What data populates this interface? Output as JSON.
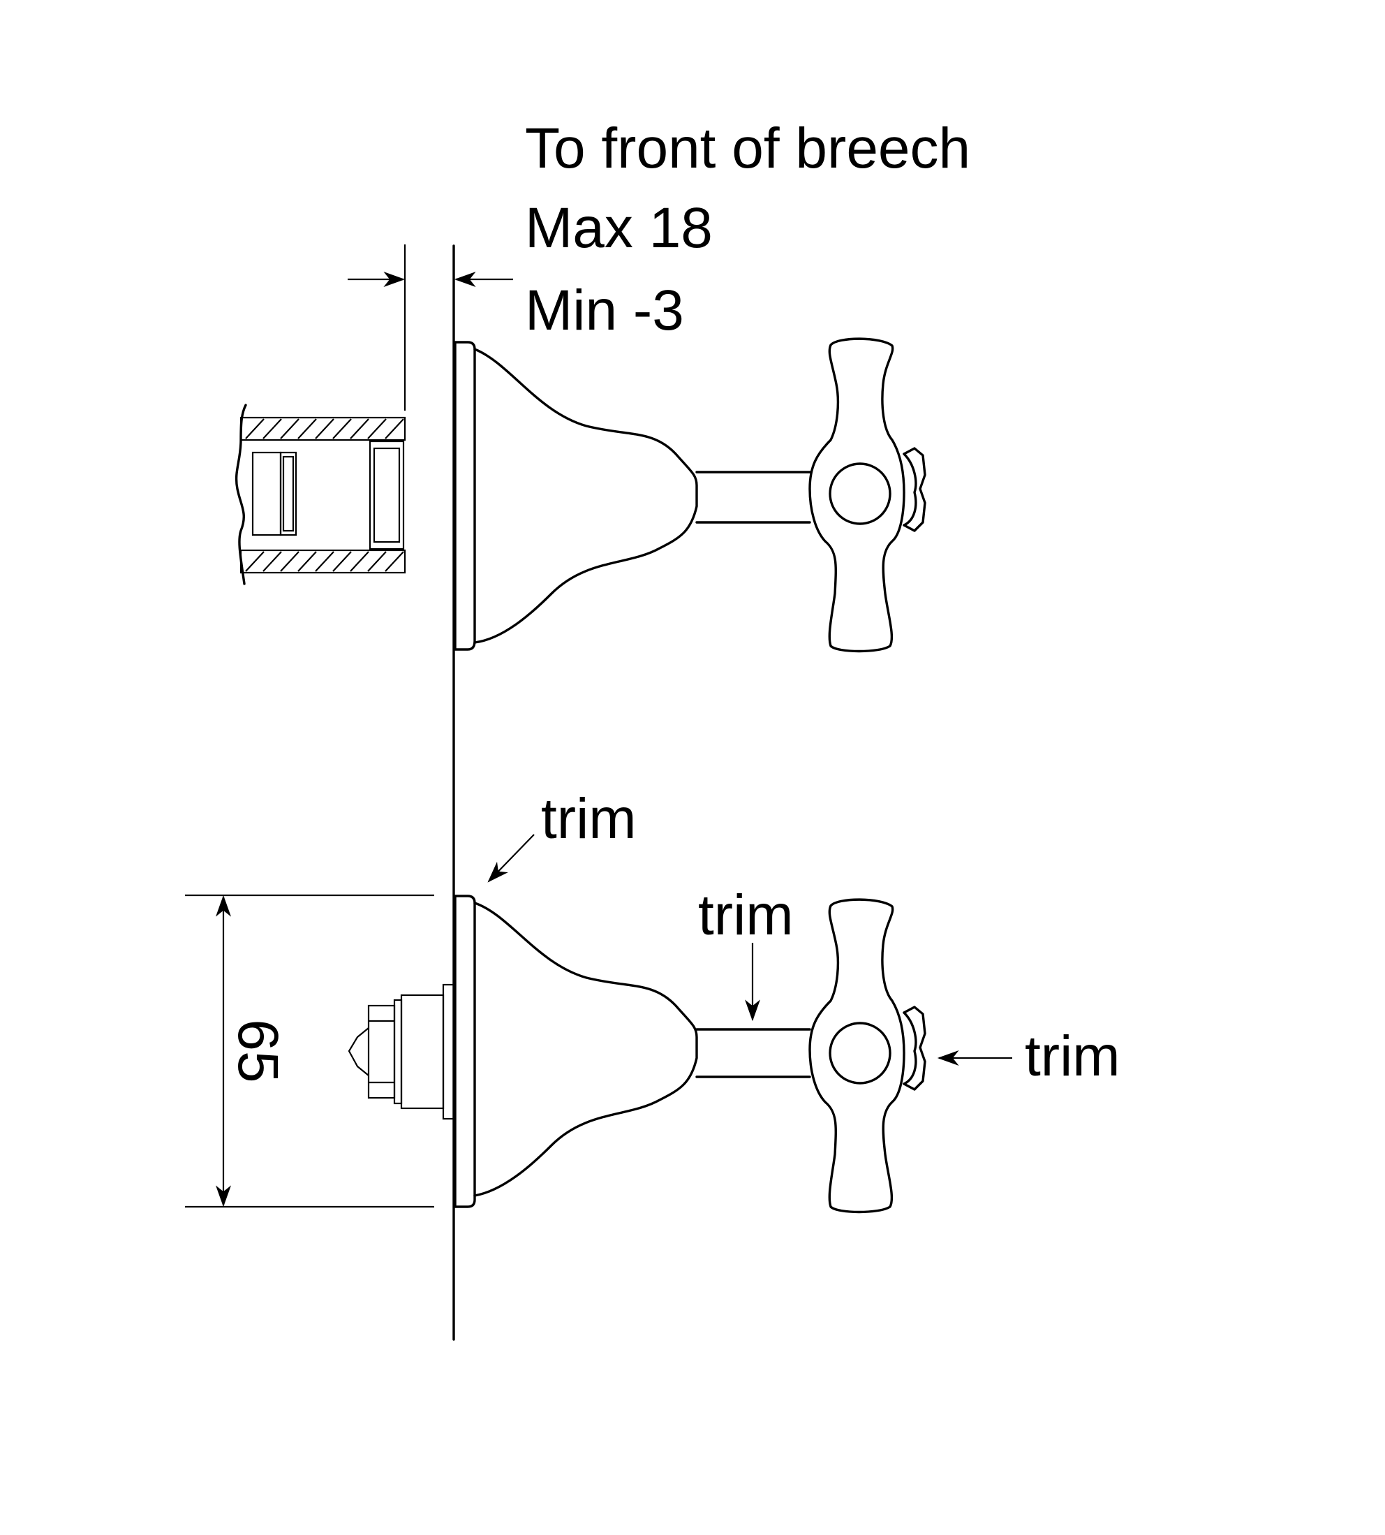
{
  "annotations": {
    "breech_title": "To front of breech",
    "breech_max": "Max 18",
    "breech_min": "Min -3",
    "trim_plate": "trim",
    "trim_stem": "trim",
    "trim_index": "trim",
    "height_dimension": "65"
  },
  "colors": {
    "line": "#000000",
    "background": "#ffffff"
  }
}
